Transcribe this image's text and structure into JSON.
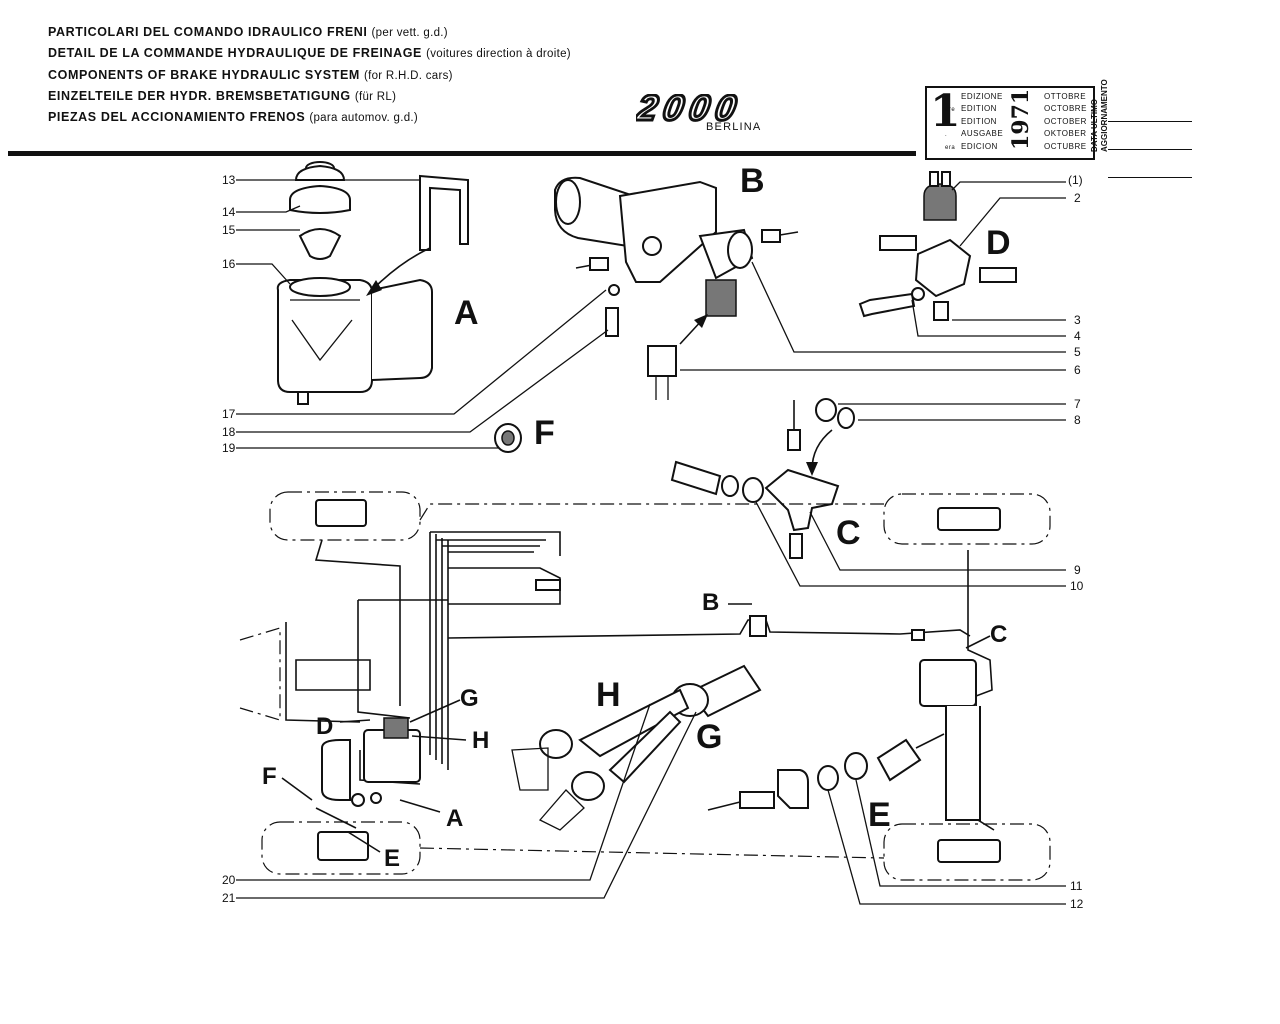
{
  "header": {
    "titles": [
      {
        "main": "PARTICOLARI DEL COMANDO IDRAULICO FRENI",
        "sub": "(per vett. g.d.)"
      },
      {
        "main": "DETAIL DE LA COMMANDE HYDRAULIQUE DE FREINAGE",
        "sub": "(voitures direction à droite)"
      },
      {
        "main": "COMPONENTS OF BRAKE HYDRAULIC SYSTEM",
        "sub": "(for R.H.D. cars)"
      },
      {
        "main": "EINZELTEILE DER HYDR. BREMSBETATIGUNG",
        "sub": "(für RL)"
      },
      {
        "main": "PIEZAS DEL ACCIONAMIENTO FRENOS",
        "sub": "(para automov. g.d.)"
      }
    ],
    "logo_text": "2000",
    "model": "BERLINA"
  },
  "edition": {
    "number": "1",
    "suffixes": [
      "a",
      "ère",
      "st",
      ".",
      "era"
    ],
    "words": [
      "EDIZIONE",
      "EDITION",
      "EDITION",
      "AUSGABE",
      "EDICION"
    ],
    "year": "1971",
    "months": [
      "OTTOBRE",
      "OCTOBRE",
      "OCTOBER",
      "OKTOBER",
      "OCTUBRE"
    ],
    "data_label_1": "DATA ULTIMO",
    "data_label_2": "AGGIORNAMENTO"
  },
  "callouts": {
    "left": [
      "13",
      "14",
      "15",
      "16",
      "17",
      "18",
      "19",
      "20",
      "21"
    ],
    "right": [
      "(1)",
      "2",
      "3",
      "4",
      "5",
      "6",
      "7",
      "8",
      "9",
      "10",
      "11",
      "12"
    ]
  },
  "group_letters": {
    "large": [
      "A",
      "B",
      "C",
      "D",
      "E",
      "F",
      "G",
      "H"
    ],
    "small": [
      "B",
      "C",
      "D",
      "F",
      "E",
      "A",
      "G",
      "H"
    ]
  }
}
